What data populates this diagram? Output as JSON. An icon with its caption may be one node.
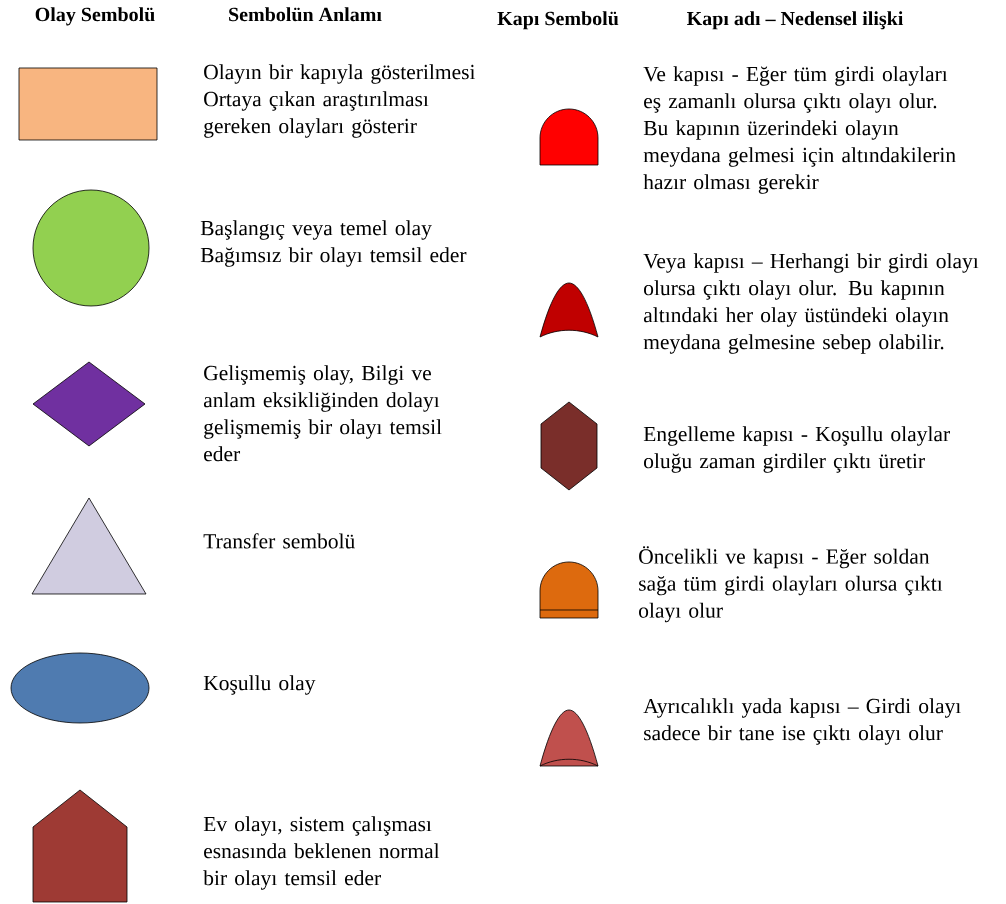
{
  "diagram": {
    "nodes": [
      {
        "text": [],
        "shape": "box"
      },
      {
        "text": [],
        "shape": "circle"
      },
      {
        "text": [],
        "shape": "diamond"
      },
      {
        "text": [],
        "shape": "triangle"
      },
      {
        "text": [],
        "shape": "ellipse"
      },
      {
        "text": [],
        "shape": "pentagon"
      },
      {
        "text": [],
        "shape": "dome"
      },
      {
        "text": [],
        "shape": "cone"
      },
      {
        "text": [],
        "shape": "hexagon"
      },
      {
        "text": [],
        "shape": "dome"
      },
      {
        "text": [],
        "shape": "cone"
      }
    ],
    "labels": [
      "Olay Sembolü",
      "Sembolün Anlamı",
      "Kapı Sembolü",
      "Kapı adı – Nedensel ilişki",
      "Olayın bir kapıyla gösterilmesi Ortaya çıkan araştırılması gereken olayları gösterir",
      "Başlangıç veya temel olay Bağımsız bir olayı temsil eder",
      "Gelişmemiş olay, Bilgi ve anlam eksikliğinden dolayı gelişmemiş bir olayı temsil eder",
      "Transfer sembolü",
      "Koşullu olay",
      "Ev olayı, sistem çalışması esnasında beklenen normal bir olayı temsil eder",
      "Ve kapısı - Eğer tüm girdi olayları eş zamanlı olursa çıktı olayı olur. Bu kapının üzerindeki olayın meydana gelmesi için altındakilerin hazır olması gerekir",
      "Veya kapısı – Herhangi bir girdi olayı olursa çıktı olayı olur. Bu kapının altındaki her olay üstündeki olayın meydana gelmesine sebep olabilir.",
      "Engelleme kapısı - Koşullu olaylar oluğu zaman girdiler çıktı üretir",
      "Öncelikli ve kapısı - Eğer soldan sağa tüm girdi olayları olursa çıktı olayı olur",
      "Ayrıcalıklı yada kapısı – Girdi olayı sadece bir tane ise çıktı olayı olur"
    ]
  }
}
